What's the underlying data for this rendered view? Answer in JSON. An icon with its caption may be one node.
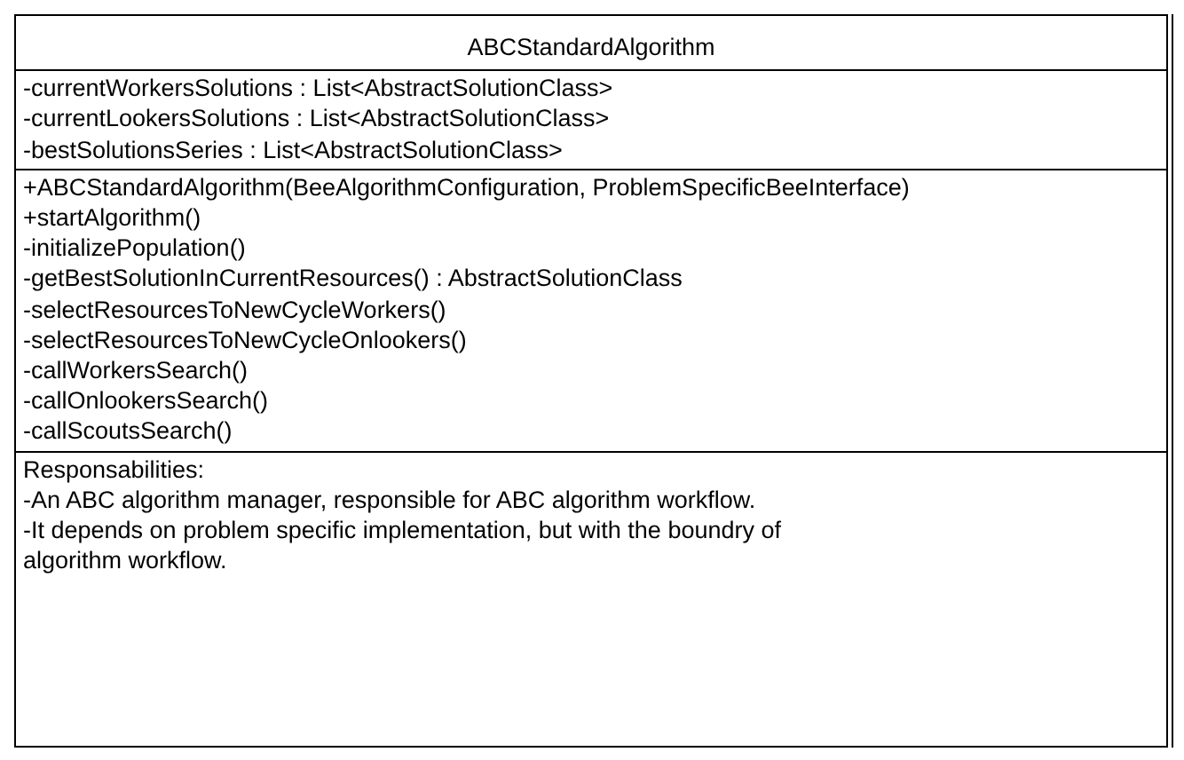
{
  "diagram": {
    "nodes": [
      {
        "text": [
          "ABCStandardAlgorithm",
          "-currentWorkersSolutions : List<AbstractSolutionClass>",
          "-currentLookersSolutions : List<AbstractSolutionClass>",
          "-bestSolutionsSeries : List<AbstractSolutionClass>",
          "+ABCStandardAlgorithm(BeeAlgorithmConfiguration, ProblemSpecificBeeInterface)",
          "+startAlgorithm()",
          "-initializePopulation()",
          "-getBestSolutionInCurrentResources() : AbstractSolutionClass",
          "-selectResourcesToNewCycleWorkers()",
          "-selectResourcesToNewCycleOnlookers()",
          "-callWorkersSearch()",
          "-callOnlookersSearch()",
          "-callScoutsSearch()",
          "Responsabilities:",
          "-An ABC algorithm manager, responsible for ABC algorithm workflow.",
          "-It depends on problem specific implementation, but with the boundry of algorithm workflow."
        ]
      }
    ]
  }
}
